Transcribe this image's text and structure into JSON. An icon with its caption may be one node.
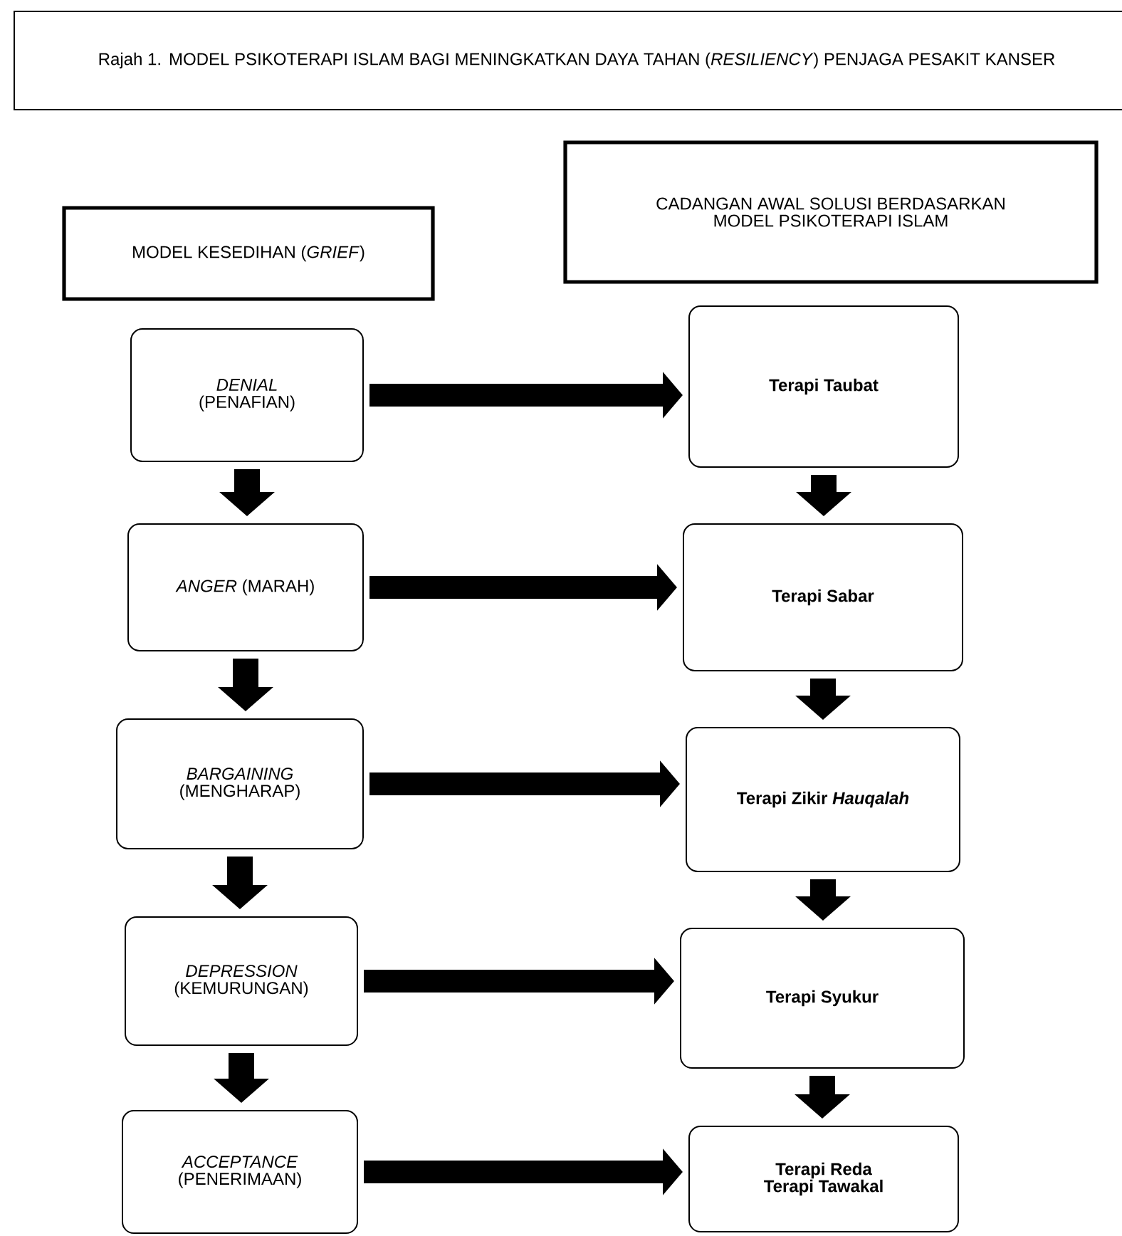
{
  "diagram": {
    "nodes": [
      {
        "text": [
          "Rajah 1. MODEL PSIKOTERAPI ISLAM BAGI MENINGKATKAN DAYA TAHAN (*RESILIENCY*) PENJAGA PESAKIT KANSER"
        ]
      },
      {
        "text": [
          "MODEL KESEDIHAN (*GRIEF*)"
        ]
      },
      {
        "text": [
          "CADANGAN AWAL SOLUSI BERDASARKAN MODEL PSIKOTERAPI ISLAM"
        ]
      },
      {
        "text": [
          "*DENIAL* (PENAFIAN)"
        ]
      },
      {
        "text": [
          "*ANGER* (MARAH)"
        ]
      },
      {
        "text": [
          "*BARGAINING* (MENGHARAP)"
        ]
      },
      {
        "text": [
          "*DEPRESSION* (KEMURUNGAN)"
        ]
      },
      {
        "text": [
          "*ACCEPTANCE* (PENERIMAAN)"
        ]
      },
      {
        "text": [
          "Terapi Taubat"
        ]
      },
      {
        "text": [
          "Terapi Sabar"
        ]
      },
      {
        "text": [
          "Terapi Zikir *Hauqalah*"
        ]
      },
      {
        "text": [
          "Terapi Syukur"
        ]
      },
      {
        "text": [
          "Terapi Reda",
          "Terapi Tawakal"
        ]
      }
    ],
    "edges": [
      {
        "from": 3,
        "to": 4,
        "arrow": "to"
      },
      {
        "from": 4,
        "to": 5,
        "arrow": "to"
      },
      {
        "from": 5,
        "to": 6,
        "arrow": "to"
      },
      {
        "from": 6,
        "to": 7,
        "arrow": "to"
      },
      {
        "from": 8,
        "to": 9,
        "arrow": "to"
      },
      {
        "from": 9,
        "to": 10,
        "arrow": "to"
      },
      {
        "from": 10,
        "to": 11,
        "arrow": "to"
      },
      {
        "from": 11,
        "to": 12,
        "arrow": "to"
      },
      {
        "from": 3,
        "to": 8,
        "arrow": "to"
      },
      {
        "from": 4,
        "to": 9,
        "arrow": "to"
      },
      {
        "from": 5,
        "to": 10,
        "arrow": "to"
      },
      {
        "from": 6,
        "to": 11,
        "arrow": "to"
      },
      {
        "from": 7,
        "to": 12,
        "arrow": "to"
      }
    ]
  }
}
